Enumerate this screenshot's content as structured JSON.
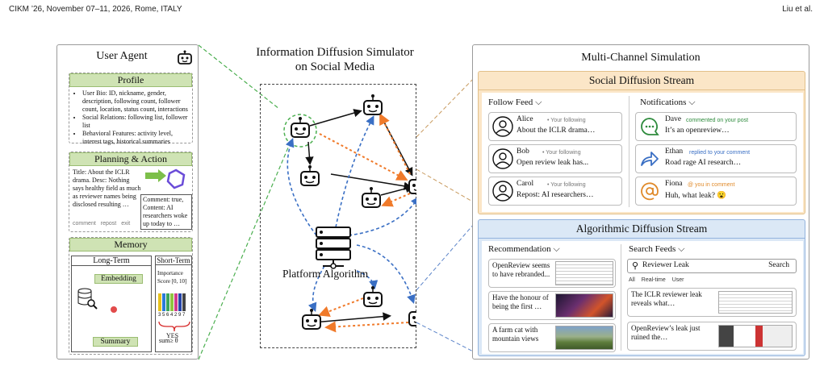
{
  "header": {
    "left": "CIKM ’26, November 07–11, 2026, Rome, ITALY",
    "right": "Liu et al."
  },
  "user_agent": {
    "title": "User Agent",
    "profile": {
      "title": "Profile",
      "bullets": [
        "User Bio: ID, nickname, gender, description, following count, follower count, location, status count, interactions",
        "Social Relations: following list, follower list",
        "Behavioral Features: activity level, interest tags, historical summaries"
      ]
    },
    "planning": {
      "title": "Planning & Action",
      "post": "Title: About the ICLR drama. Desc: Nothing says healthy field as much as reviewer names being disclosed resulting …",
      "actions": [
        "comment",
        "repost",
        "exit"
      ],
      "response": "Comment: true, Content: AI researchers woke up today to …"
    },
    "memory": {
      "title": "Memory",
      "long_term": "Long-Term",
      "short_term": "Short-Term",
      "embedding": "Embedding",
      "summary": "Summary",
      "importance": "Importance Score [0, 10]",
      "scores": [
        "3",
        "5",
        "6",
        "4",
        "2",
        "9",
        "7"
      ],
      "yes": "YES",
      "sum": "sum≥ θ"
    }
  },
  "simulator": {
    "title_line1": "Information Diffusion Simulator",
    "title_line2": "on Social Media",
    "platform": "Platform Algorithm"
  },
  "multi": {
    "title": "Multi-Channel Simulation",
    "social": {
      "title": "Social Diffusion Stream",
      "follow_title": "Follow Feed",
      "notif_title": "Notifications",
      "follow": [
        {
          "name": "Alice",
          "tag": "• Your following",
          "text": "About the ICLR drama…"
        },
        {
          "name": "Bob",
          "tag": "• Your following",
          "text": "Open review leak has..."
        },
        {
          "name": "Carol",
          "tag": "• Your following",
          "text": "Repost: AI researchers…"
        }
      ],
      "notifs": [
        {
          "name": "Dave",
          "tag": "commented on your post",
          "text": "It’s an openreview…",
          "color": "#2e8b3d"
        },
        {
          "name": "Ethan",
          "tag": "replied to your comment",
          "text": "Road rage AI research…",
          "color": "#3a6fc4"
        },
        {
          "name": "Fiona",
          "tag": "@ you in comment",
          "text": "Huh, what leak? 😮",
          "color": "#e08a2a"
        }
      ]
    },
    "algo": {
      "title": "Algorithmic Diffusion Stream",
      "rec_title": "Recommendation",
      "search_title": "Search Feeds",
      "recs": [
        "OpenReview seems to have rebranded...",
        "Have the honour of being the first …",
        "A farm cat with mountain views"
      ],
      "search": {
        "query": "Reviewer Leak",
        "button": "Search",
        "filters": [
          "All",
          "Real-time",
          "User"
        ],
        "results": [
          "The ICLR reviewer leak reveals what…",
          "OpenReview’s leak just ruined the…"
        ]
      }
    }
  },
  "colors": {
    "green": "#cfe3b4",
    "orange": "#fbe6c7",
    "blue": "#dbe8f6",
    "arrow_blue": "#3a6fc4",
    "arrow_orange": "#f07a2a"
  }
}
